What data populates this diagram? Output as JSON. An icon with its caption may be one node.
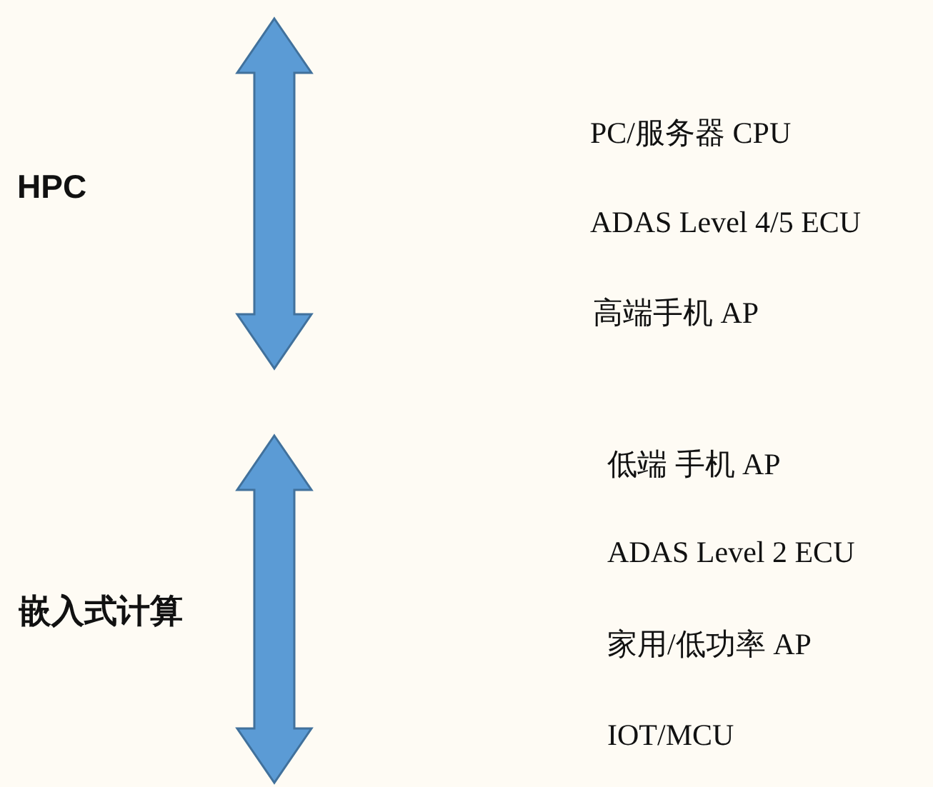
{
  "diagram": {
    "labels": [
      "PC/服务器 CPU",
      "HPC",
      "ADAS Level 4/5 ECU",
      "高端手机 AP",
      "低端 手机 AP",
      "ADAS Level 2 ECU",
      "嵌入式计算",
      "家用/低功率 AP",
      "IOT/MCU"
    ]
  }
}
